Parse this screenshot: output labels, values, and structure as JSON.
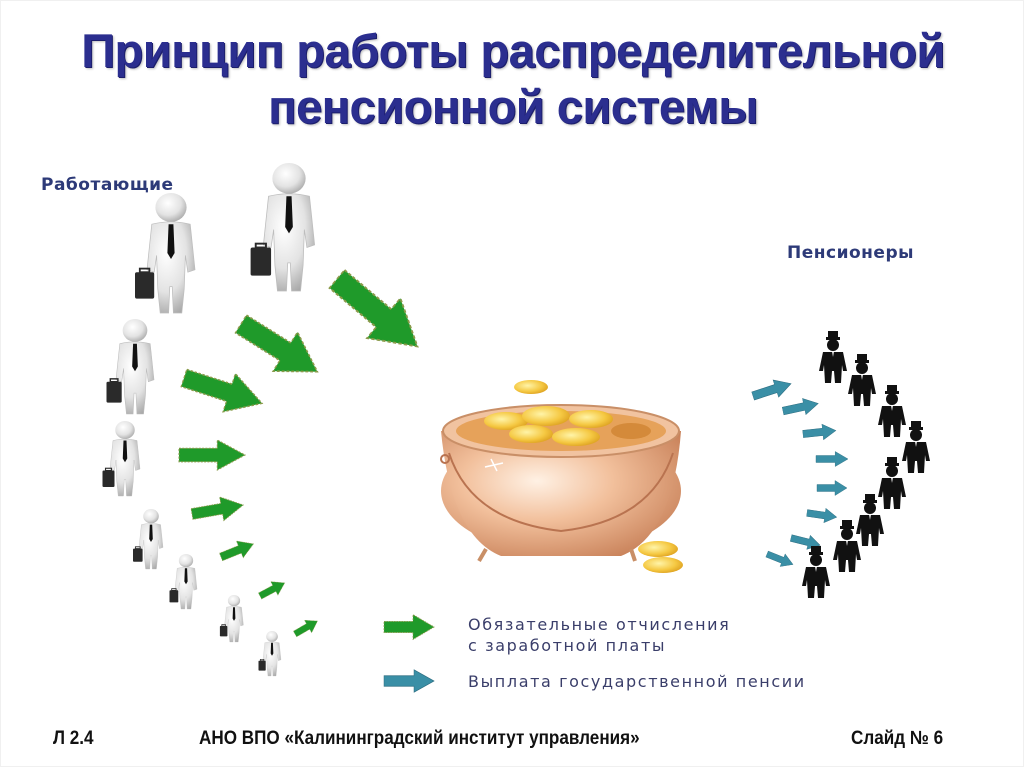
{
  "slide": {
    "title_lines": [
      "Принцип работы распределительной",
      "пенсионной системы"
    ],
    "labels": {
      "workers": "Работающие",
      "pensioners": "Пенсионеры"
    },
    "legend": [
      {
        "icon": "green-arrow-icon",
        "color": "#1f9a2a",
        "lines": [
          "Обязательные отчисления",
          "с заработной платы"
        ]
      },
      {
        "icon": "teal-arrow-icon",
        "color": "#3a8fa6",
        "lines": [
          "Выплата государственной пенсии"
        ]
      }
    ],
    "footer": {
      "left": "Л 2.4",
      "center": "АНО ВПО «Калининградский институт управления»",
      "right": "Слайд № 6"
    },
    "colors": {
      "title": "#2b2e8f",
      "label": "#2d3a78",
      "contribution_arrow": "#1f9a2a",
      "pension_arrow": "#3a8fa6",
      "pot": "#e8b08a",
      "coins": "#f2c53d"
    }
  }
}
